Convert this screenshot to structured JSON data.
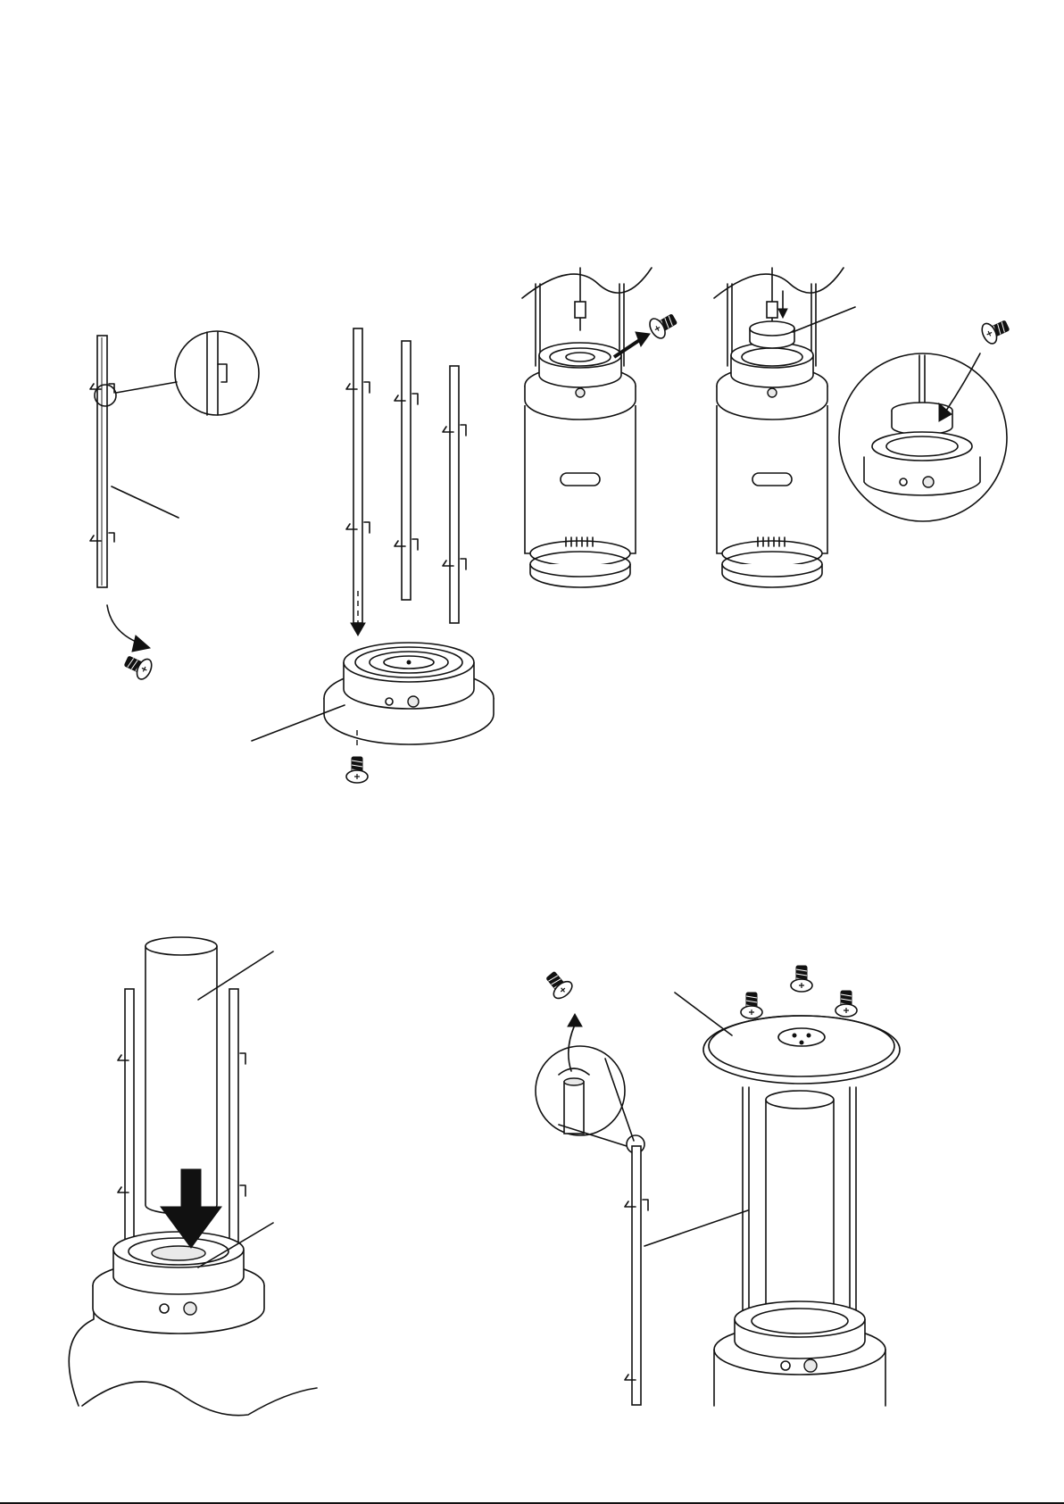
{
  "document": {
    "type": "assembly-instructions",
    "steps": [
      {
        "id": "step-pole-bracket-detail",
        "parts": [
          "pole",
          "bracket",
          "screw"
        ]
      },
      {
        "id": "step-attach-poles-to-base",
        "parts": [
          "three-poles",
          "base-ring",
          "screw"
        ]
      },
      {
        "id": "step-remove-screw",
        "parts": [
          "heater-body",
          "screw"
        ]
      },
      {
        "id": "step-insert-part-with-screw",
        "parts": [
          "heater-body",
          "ring-insert",
          "screw"
        ]
      },
      {
        "id": "step-insert-glass-tube",
        "parts": [
          "glass-tube",
          "burner",
          "poles"
        ]
      },
      {
        "id": "step-fit-top-plate",
        "parts": [
          "top-plate",
          "screws",
          "pole"
        ]
      }
    ]
  }
}
